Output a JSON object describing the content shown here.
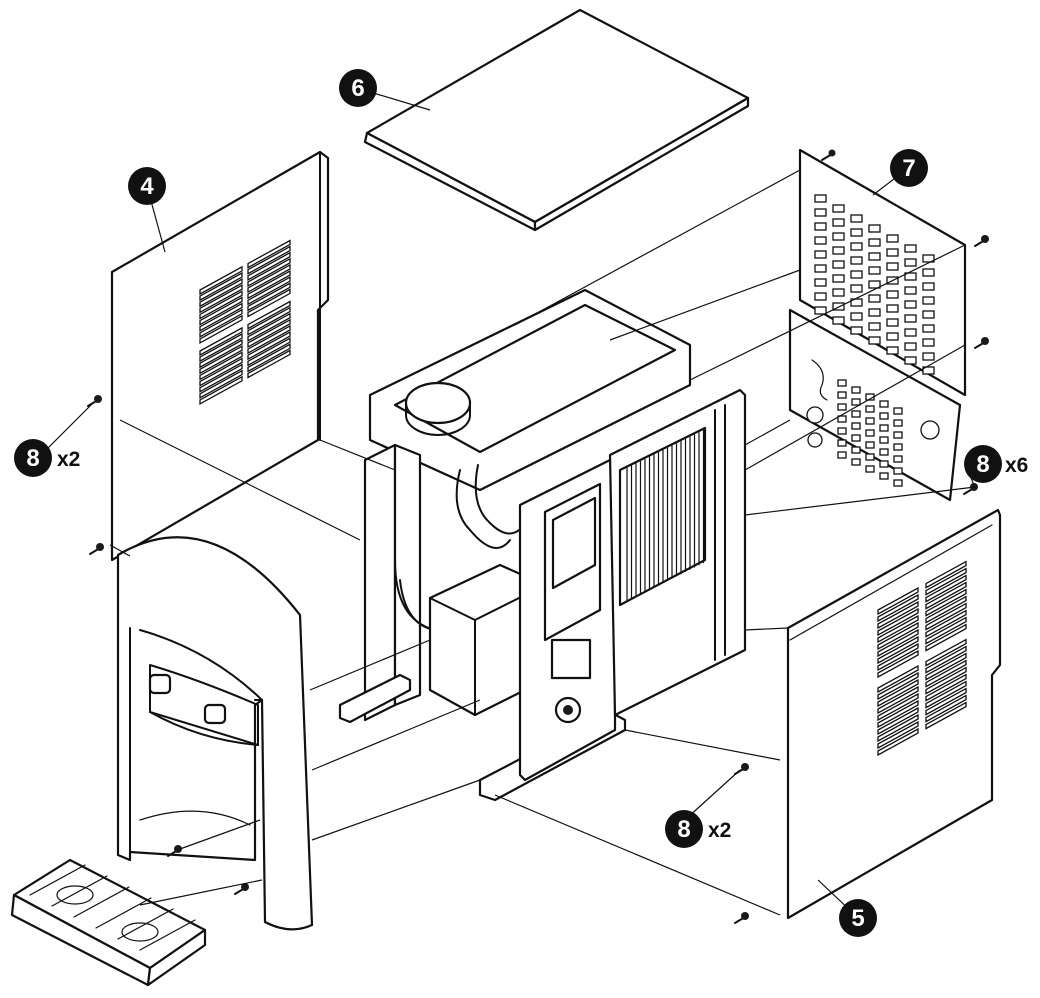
{
  "callouts": {
    "c6": "6",
    "c4": "4",
    "c7": "7",
    "c8a": "8",
    "c8b": "8",
    "c8c": "8",
    "c5": "5"
  },
  "quantities": {
    "q8a": "x2",
    "q8b": "x6",
    "q8c": "x2"
  },
  "colors": {
    "ink": "#111111",
    "background": "#ffffff"
  }
}
